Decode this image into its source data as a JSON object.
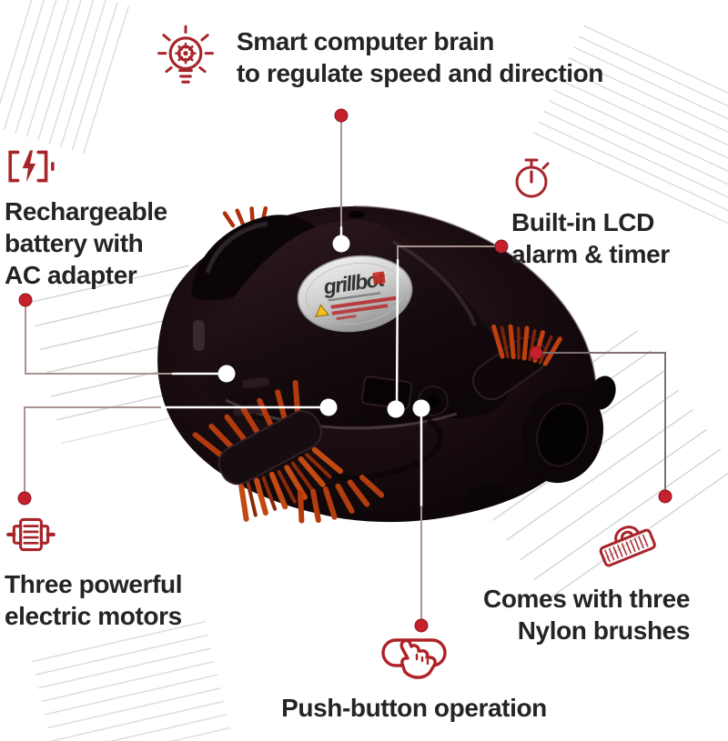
{
  "page": {
    "background": "#ffffff",
    "type": "product-feature-infographic"
  },
  "colors": {
    "accent_red_icon": "#a8242b",
    "callout_dot_red": "#c4202e",
    "callout_dot_white": "#ffffff",
    "callout_line": "#a89391",
    "callout_line_dark": "#7f6f6f",
    "text": "#242424",
    "hatch_gray": "#dedcdc",
    "device_body": "#140a0d",
    "brush_orange": "#c2440f",
    "label_silver": "#d9d9d9"
  },
  "device": {
    "label_brand": "grillbot"
  },
  "callouts": {
    "brain": {
      "icon": "bulb-gear-icon",
      "line1": "Smart computer brain",
      "line2": "to regulate speed and direction"
    },
    "battery": {
      "icon": "battery-charge-icon",
      "line1": "Rechargeable",
      "line2": "battery with",
      "line3": "AC adapter"
    },
    "timer": {
      "icon": "stopwatch-icon",
      "line1": "Built-in LCD",
      "line2": "alarm & timer"
    },
    "motors": {
      "icon": "motor-icon",
      "line1": "Three powerful",
      "line2": "electric motors"
    },
    "brushes": {
      "icon": "brush-icon",
      "line1": "Comes with three",
      "line2": "Nylon brushes"
    },
    "button": {
      "icon": "push-button-icon",
      "line1": "Push-button operation"
    }
  }
}
